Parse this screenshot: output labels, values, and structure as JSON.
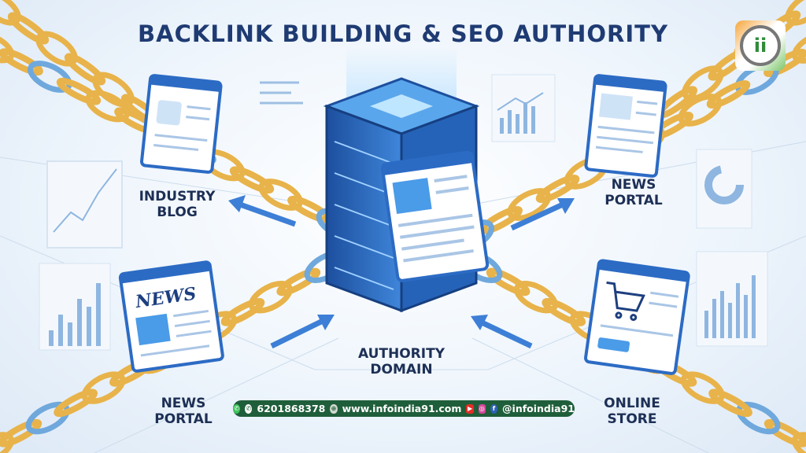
{
  "title": "BACKLINK BUILDING & SEO AUTHORITY",
  "nodes": {
    "industry_blog": "INDUSTRY\nBLOG",
    "news_portal_top": "NEWS\nPORTAL",
    "news_portal_bottom": "NEWS\nPORTAL",
    "authority_domain": "AUTHORITY\nDOMAIN",
    "online_store": "ONLINE\nSTORE"
  },
  "news_card_heading": "NEWS",
  "contact": {
    "phone": "6201868378",
    "website": "www.infoindia91.com",
    "handle": "@infoindia91"
  },
  "logo_text": "ii",
  "colors": {
    "title": "#1f3b73",
    "chain": "#e8b34a",
    "chain_blue": "#6fa8dc",
    "server": "#2c6bc4",
    "contact_bar": "#1f5e3a"
  }
}
